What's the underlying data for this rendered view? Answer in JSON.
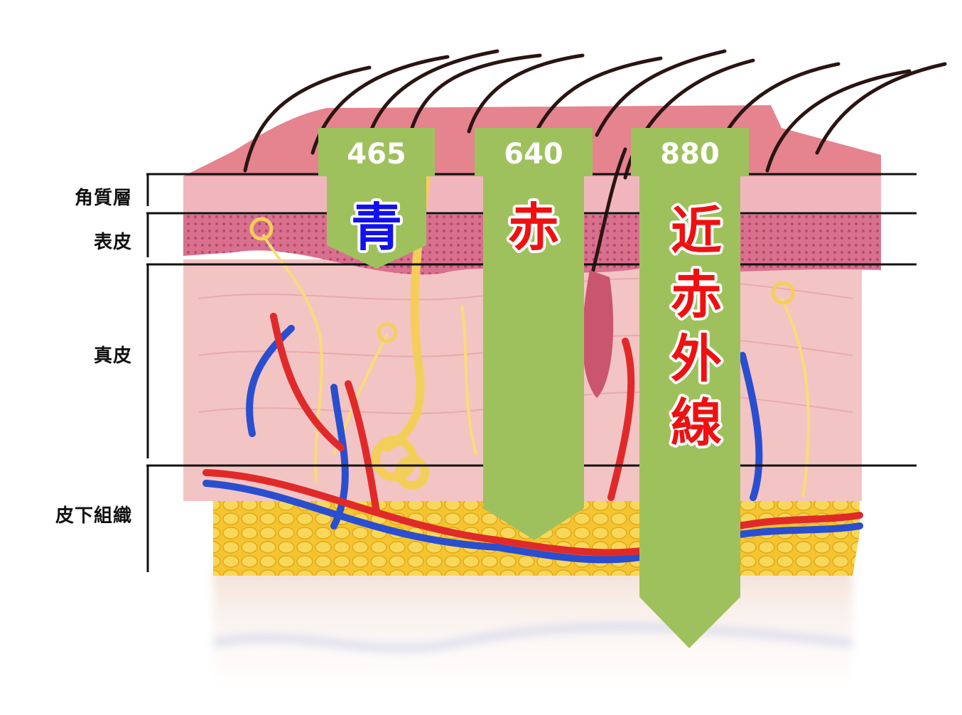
{
  "layers": [
    {
      "id": "stratum-corneum",
      "label": "角質層"
    },
    {
      "id": "epidermis",
      "label": "表皮"
    },
    {
      "id": "dermis",
      "label": "真皮"
    },
    {
      "id": "subcutaneous",
      "label": "皮下組織"
    }
  ],
  "wavelengths": [
    {
      "id": "blue",
      "value": "465",
      "label_chars": [
        "青"
      ],
      "label_color": "#1111ee"
    },
    {
      "id": "red",
      "value": "640",
      "label_chars": [
        "赤"
      ],
      "label_color": "#ee1111"
    },
    {
      "id": "nir",
      "value": "880",
      "label_chars": [
        "近",
        "赤",
        "外",
        "線"
      ],
      "label_color": "#ee1111"
    }
  ],
  "colors": {
    "arrow": "#9fc15d",
    "skin_top": "#e5838f",
    "epidermis": "#d96a89",
    "dermis": "#f3c4c4",
    "fat": "#f4c531",
    "vein": "#2a4ed0",
    "artery": "#e02a2a",
    "nerve": "#f7dc7a",
    "hair": "#2a1512"
  }
}
